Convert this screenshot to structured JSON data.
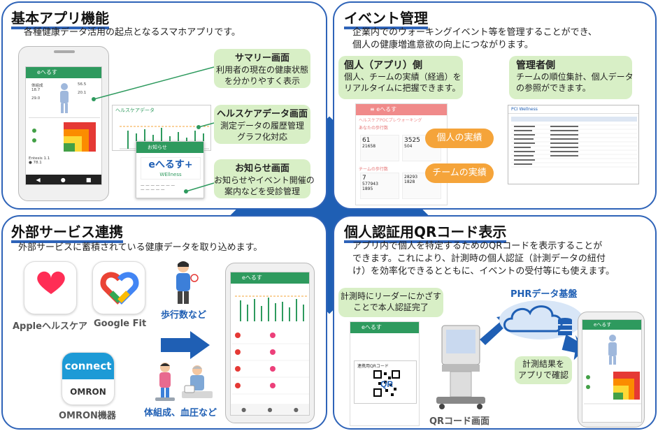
{
  "panels": {
    "basic": {
      "title": "基本アプリ機能",
      "desc": "各種健康データ活用の起点となるスマホアプリです。",
      "summary": {
        "title": "サマリー画面",
        "line1": "利用者の現在の健康状態",
        "line2": "を分かりやすく表示"
      },
      "healthcare": {
        "title": "ヘルスケアデータ画面",
        "line1": "測定データの履歴管理",
        "line2": "グラフ化対応"
      },
      "notice": {
        "title": "お知らせ画面",
        "line1": "お知らせやイベント開催の",
        "line2": "案内などを受診管理"
      },
      "notice_popup_title": "お知らせ",
      "app_logo": "eへるす+",
      "app_logo_sub": "WEllness",
      "chart_header": "ヘルスケアデータ"
    },
    "event": {
      "title": "イベント管理",
      "desc1": "企業内でのウォーキングイベント等を管理することができ、",
      "desc2": "個人の健康増進意欲の向上につながります。",
      "individual": {
        "title": "個人（アプリ）側",
        "line1": "個人、チームの実績（経過）を",
        "line2": "リアルタイムに把握できます。"
      },
      "admin": {
        "title": "管理者側",
        "line1": "チームの順位集計、個人データ",
        "line2": "の参照ができます。"
      },
      "pill_individual": "個人の実績",
      "pill_team": "チームの実績",
      "app_title": "eへるす",
      "event_name": "ヘルスケアPOCプレウォーキング",
      "my_steps": "あなたの歩行数",
      "team_steps": "チームの歩行数",
      "stat1": "61",
      "stat2": "21658",
      "stat3": "3525",
      "stat4": "504",
      "stat5": "7",
      "stat6": "577943",
      "stat7": "28293",
      "stat8": "1895",
      "stat9": "1828",
      "admin_logo": "PCI Wellness"
    },
    "external": {
      "title": "外部サービス連携",
      "desc": "外部サービスに蓄積されている健康データを取り込めます。",
      "apple_label": "Appleヘルスケア",
      "google_label": "Google Fit",
      "omron_label": "OMRON機器",
      "omron_connect": "connect",
      "omron_brand": "OMRON",
      "steps_label": "歩行数など",
      "body_label": "体組成、血圧など",
      "app_title": "eへるす"
    },
    "qr": {
      "title": "個人認証用QRコード表示",
      "desc1": "アプリ内で個人を特定するためのQRコードを表示することが",
      "desc2": "できます。これにより、計測時の個人認証（計測データの紐付",
      "desc3": "け）を効率化できるとともに、イベントの受付等にも使えます。",
      "reader_callout1": "計測時にリーダーにかざす",
      "reader_callout2": "ことで本人認証完了",
      "phr_label": "PHRデータ基盤",
      "result_callout1": "計測結果を",
      "result_callout2": "アプリで確認",
      "qr_screen_label": "QRコード画面",
      "qr_card_title": "連携用QRコード",
      "app_title": "eへるす"
    }
  },
  "colors": {
    "panel_border": "#2e63b8",
    "callout_bg": "#d8efc6",
    "pill": "#f5a43a",
    "app_green": "#2e9a5e",
    "arrow_blue": "#1f5fb4"
  }
}
